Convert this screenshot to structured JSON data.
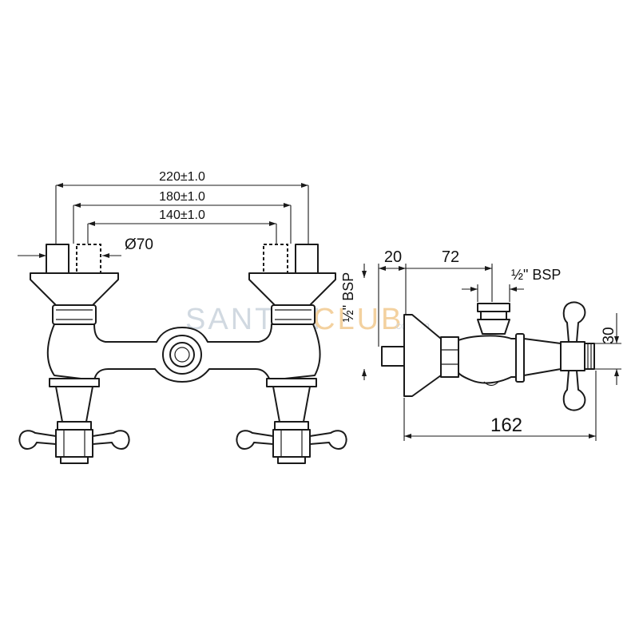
{
  "dimensions": {
    "width_220": "220±1.0",
    "width_180": "180±1.0",
    "width_140": "140±1.0",
    "diameter": "Ø70",
    "thread_vertical": "½\" BSP",
    "thread_side": "½\" BSP",
    "depth_20": "20",
    "depth_72": "72",
    "depth_162": "162",
    "height_30": "30"
  },
  "watermark": {
    "part1": "SANTEH",
    "part2": "CLUB",
    "domain": ".com.ua"
  },
  "colors": {
    "line": "#1a1a1a",
    "watermark_gray": "#c9d3dc",
    "watermark_orange": "#f2c98f"
  }
}
